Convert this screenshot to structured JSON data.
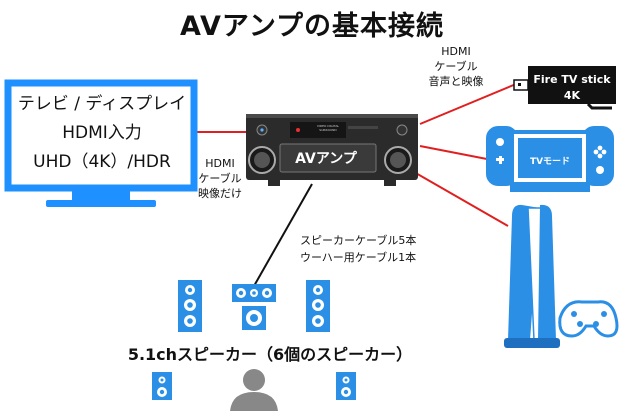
{
  "title": "AVアンプの基本接続",
  "tv": {
    "line1": "テレビ / ディスプレイ",
    "line2": "HDMI入力",
    "line3": "UHD（4K）/HDR"
  },
  "amp": {
    "label": "AVアンプ",
    "panel_line1": "VIDEO DIGITAL",
    "panel_line2": "SURROUND"
  },
  "cable_top": {
    "line1": "HDMI",
    "line2": "ケーブル",
    "line3": "音声と映像"
  },
  "cable_left": {
    "line1": "HDMI",
    "line2": "ケーブル",
    "line3": "映像だけ"
  },
  "speaker_cable": {
    "line1": "スピーカーケーブル5本",
    "line2": "ウーハー用ケーブル1本"
  },
  "fire_tv": {
    "line1": "Fire TV stick",
    "line2": "4K"
  },
  "switch": {
    "label": "TVモード"
  },
  "speaker_label": "5.1chスピーカー（6個のスピーカー）",
  "colors": {
    "tv_blue": "#1e90ff",
    "speaker_blue": "#2b8fe6",
    "cable_red": "#e02020",
    "amp_dark": "#2b2b2b"
  }
}
